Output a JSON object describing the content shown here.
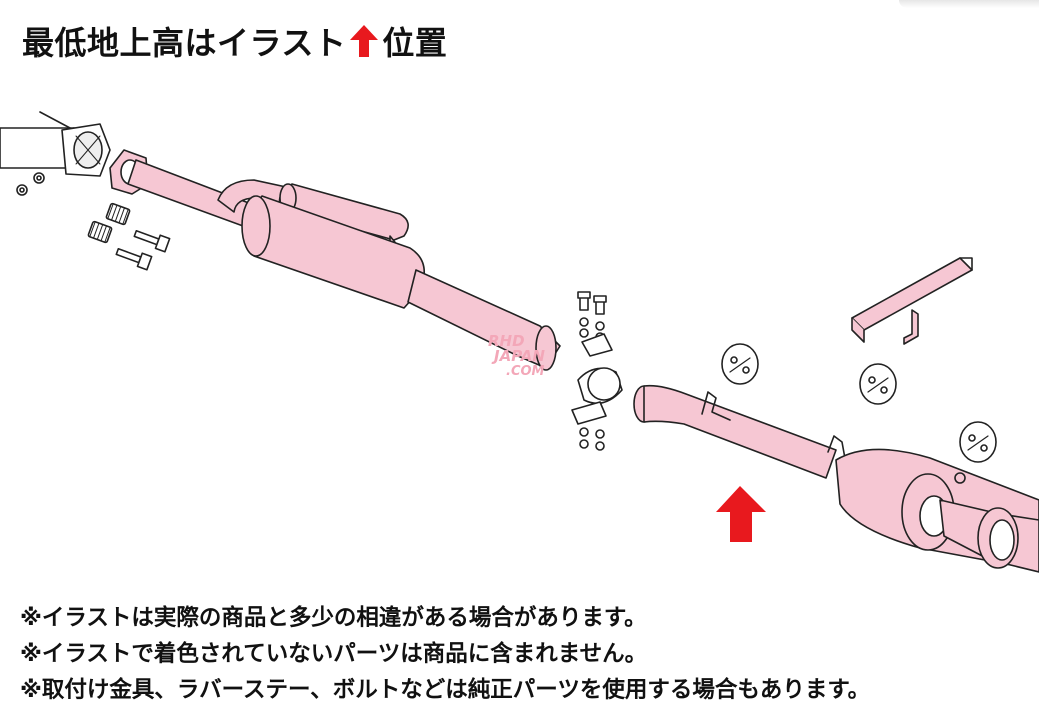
{
  "title": {
    "prefix": "最低地上高はイラスト",
    "suffix": "位置",
    "arrow_icon": "up-arrow-icon",
    "arrow_color": "#e8191e"
  },
  "diagram": {
    "part_fill": "#f6c7d3",
    "outline_color": "#222222",
    "indicator_color": "#e8191e",
    "watermark": {
      "line1": "RHD",
      "line2": "JAPAN",
      "line3": ".COM",
      "color": "#f3a7b8"
    }
  },
  "notes": [
    "※イラストは実際の商品と多少の相違がある場合があります。",
    "※イラストで着色されていないパーツは商品に含まれません。",
    "※取付け金具、ラバーステー、ボルトなどは純正パーツを使用する場合もあります。"
  ]
}
